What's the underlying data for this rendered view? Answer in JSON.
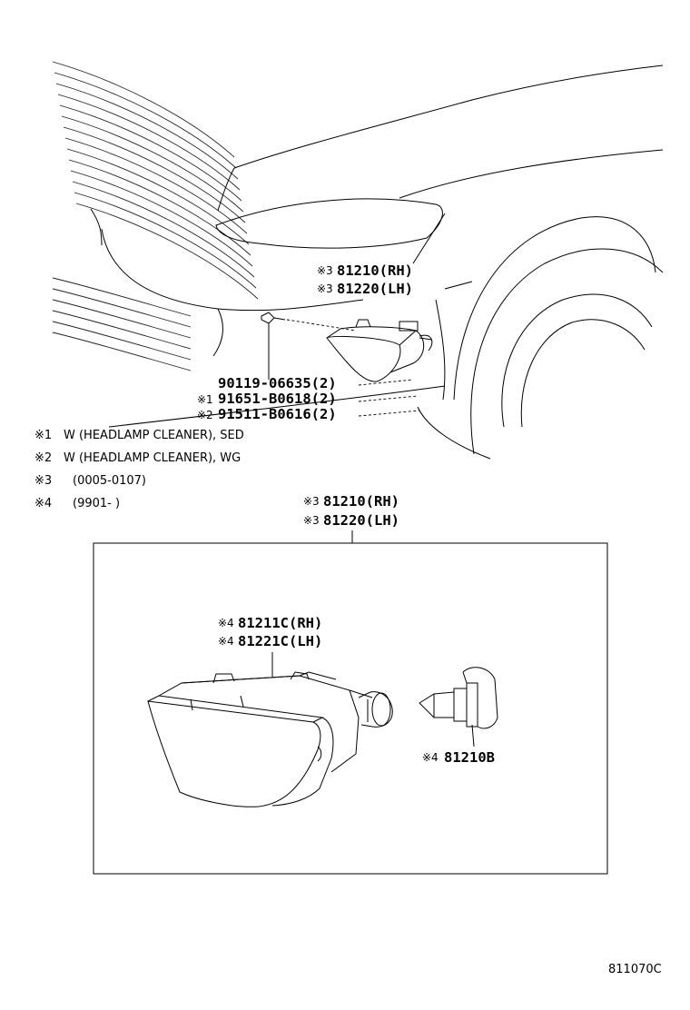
{
  "callouts": {
    "top_assembly": [
      {
        "mark": "※3",
        "part": "81210(RH)"
      },
      {
        "mark": "※3",
        "part": "81220(LH)"
      }
    ],
    "fasteners": [
      {
        "mark": "",
        "part": "90119-06635(2)"
      },
      {
        "mark": "※1",
        "part": "91651-B0618(2)"
      },
      {
        "mark": "※2",
        "part": "91511-B0616(2)"
      }
    ],
    "box_assembly": [
      {
        "mark": "※3",
        "part": "81210(RH)"
      },
      {
        "mark": "※3",
        "part": "81220(LH)"
      }
    ],
    "lamp_unit": [
      {
        "mark": "※4",
        "part": "81211C(RH)"
      },
      {
        "mark": "※4",
        "part": "81221C(LH)"
      }
    ],
    "bulb": {
      "mark": "※4",
      "part": "81210B"
    }
  },
  "notes": [
    {
      "mark": "※1",
      "text": "W (HEADLAMP CLEANER),  SED"
    },
    {
      "mark": "※2",
      "text": "W (HEADLAMP CLEANER),  WG"
    },
    {
      "mark": "※3",
      "text": "(0005-0107)"
    },
    {
      "mark": "※4",
      "text": "(9901-        )"
    }
  ],
  "figure_code": "811070C"
}
